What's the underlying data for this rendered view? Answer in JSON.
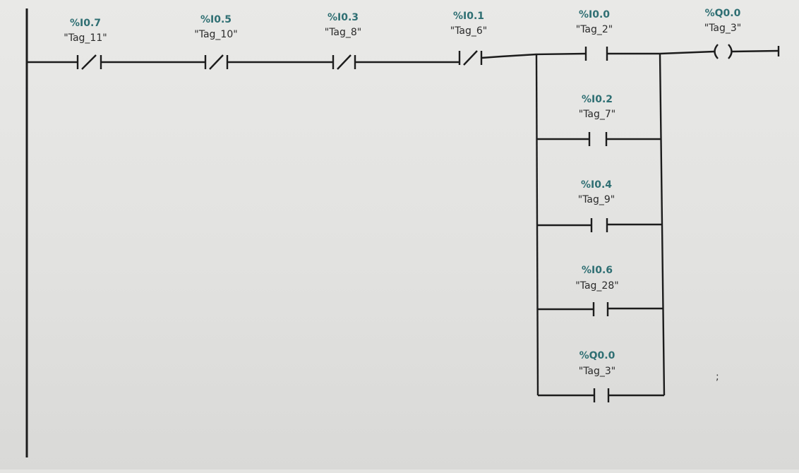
{
  "rung": {
    "series_contacts": [
      {
        "address": "%I0.7",
        "tag": "\"Tag_11\"",
        "type": "normally-closed"
      },
      {
        "address": "%I0.5",
        "tag": "\"Tag_10\"",
        "type": "normally-closed"
      },
      {
        "address": "%I0.3",
        "tag": "\"Tag_8\"",
        "type": "normally-closed"
      },
      {
        "address": "%I0.1",
        "tag": "\"Tag_6\"",
        "type": "normally-closed"
      }
    ],
    "parallel_contacts": [
      {
        "address": "%I0.0",
        "tag": "\"Tag_2\"",
        "type": "normally-open"
      },
      {
        "address": "%I0.2",
        "tag": "\"Tag_7\"",
        "type": "normally-open"
      },
      {
        "address": "%I0.4",
        "tag": "\"Tag_9\"",
        "type": "normally-open"
      },
      {
        "address": "%I0.6",
        "tag": "\"Tag_28\"",
        "type": "normally-open"
      },
      {
        "address": "%Q0.0",
        "tag": "\"Tag_3\"",
        "type": "normally-open"
      }
    ],
    "coil": {
      "address": "%Q0.0",
      "tag": "\"Tag_3\"",
      "type": "output-coil"
    }
  },
  "colors": {
    "address_text": "#2f6f73",
    "tag_text": "#2b2b2b",
    "wire": "#1c1c1c"
  }
}
